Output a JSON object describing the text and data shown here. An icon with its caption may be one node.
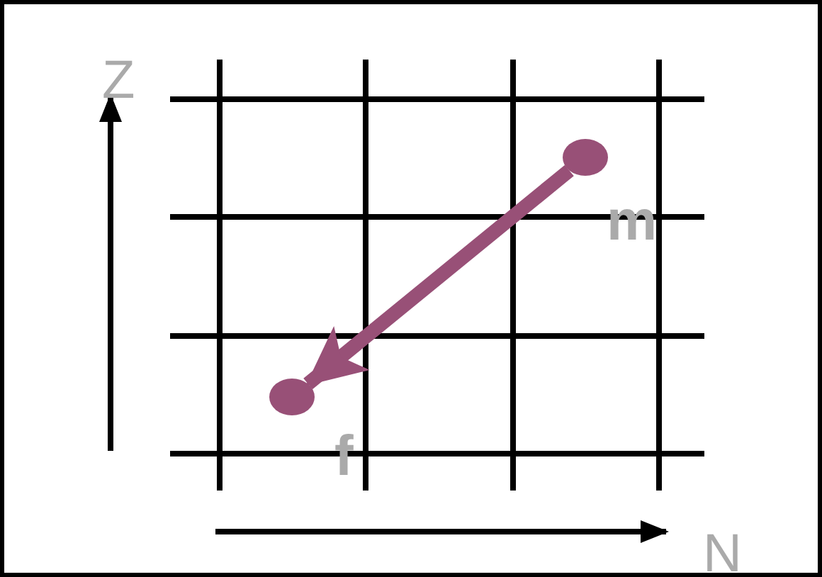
{
  "diagram": {
    "nodes": [
      {
        "text": [],
        "shape": "circle",
        "beside": [
          "m"
        ]
      },
      {
        "text": [],
        "shape": "circle",
        "beside": [
          "f"
        ]
      }
    ],
    "edges": [
      {
        "from": 0,
        "to": 1,
        "arrow": "to"
      }
    ],
    "labels": [
      "Z",
      "N"
    ]
  }
}
